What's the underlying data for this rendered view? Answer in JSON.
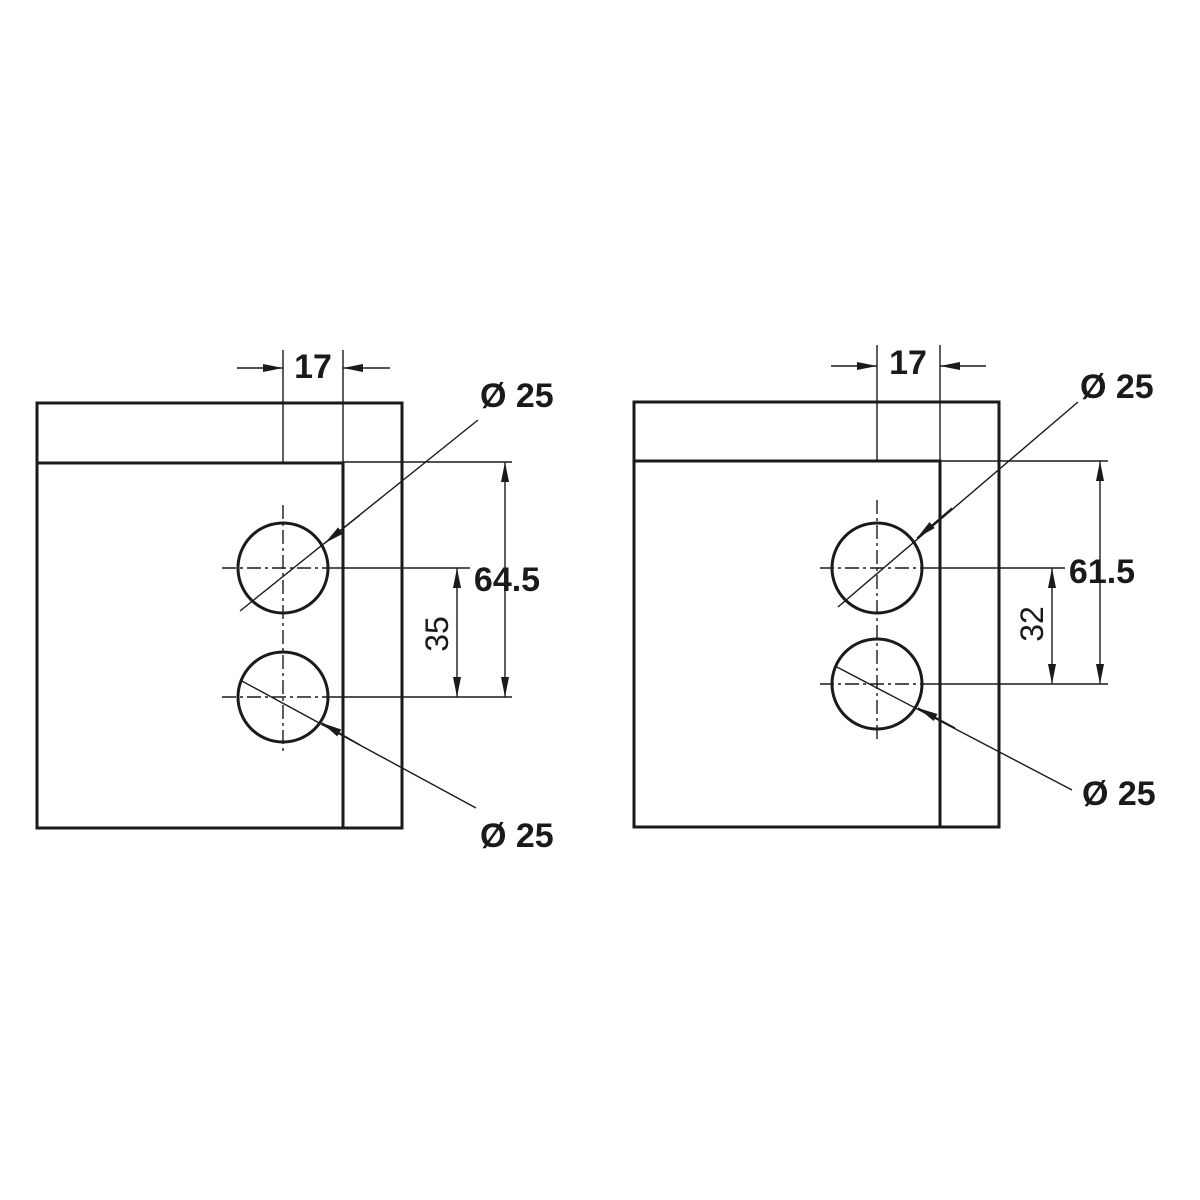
{
  "diagrams": [
    {
      "dim_top": "17",
      "dim_overall": "64.5",
      "dim_spacing": "35",
      "dia_top": "Ø 25",
      "dia_bottom": "Ø 25"
    },
    {
      "dim_top": "17",
      "dim_overall": "61.5",
      "dim_spacing": "32",
      "dia_top": "Ø 25",
      "dia_bottom": "Ø 25"
    }
  ]
}
